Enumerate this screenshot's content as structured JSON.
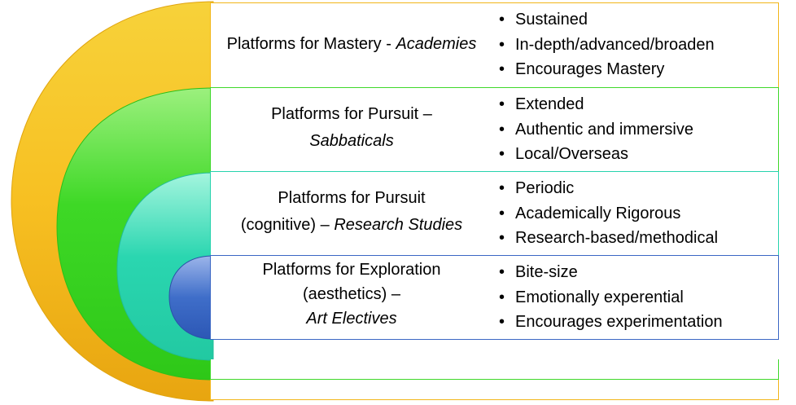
{
  "colors": {
    "mastery": "#f2b61a",
    "pursuit": "#3fd82a",
    "research": "#27d3ad",
    "exploration": "#3b67c4"
  },
  "rows": [
    {
      "title_plain": "Platforms for Mastery - ",
      "title_italic": "Academies",
      "bullets": [
        "Sustained",
        "In-depth/advanced/broaden",
        "Encourages Mastery"
      ]
    },
    {
      "title_plain": "Platforms for Pursuit –",
      "title_italic": "Sabbaticals",
      "bullets": [
        "Extended",
        "Authentic and immersive",
        "Local/Overseas"
      ]
    },
    {
      "title_plain": "Platforms for Pursuit",
      "title_plain2": "(cognitive) – ",
      "title_italic": "Research Studies",
      "bullets": [
        "Periodic",
        "Academically Rigorous",
        "Research-based/methodical"
      ]
    },
    {
      "title_plain": "Platforms for Exploration",
      "title_plain2": "(aesthetics) –",
      "title_italic": "Art Electives",
      "bullets": [
        "Bite-size",
        "Emotionally experential",
        "Encourages experimentation"
      ]
    }
  ]
}
